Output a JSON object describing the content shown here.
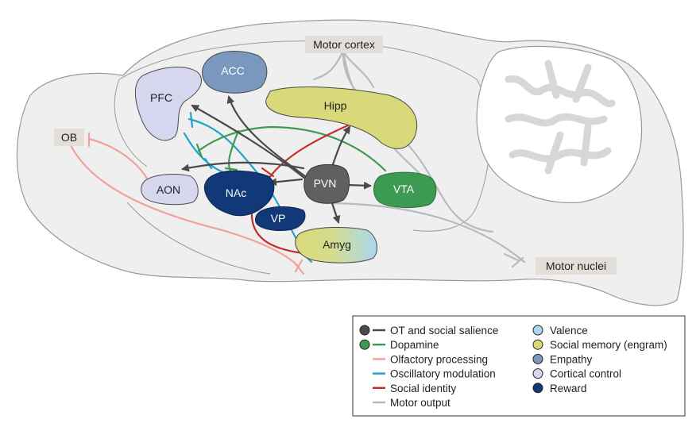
{
  "regions": {
    "pfc": "PFC",
    "acc": "ACC",
    "ob": "OB",
    "aon": "AON",
    "nac": "NAc",
    "vp": "VP",
    "hipp": "Hipp",
    "pvn": "PVN",
    "vta": "VTA",
    "amyg": "Amyg",
    "motor_cortex": "Motor cortex",
    "motor_nuclei": "Motor nuclei"
  },
  "legend": {
    "pathways": [
      {
        "label": "OT and social salience",
        "color": "#4a4a4a",
        "dot": true
      },
      {
        "label": "Dopamine",
        "color": "#3d9a52",
        "dot": true
      },
      {
        "label": "Olfactory processing",
        "color": "#f2a099",
        "dot": false
      },
      {
        "label": "Oscillatory modulation",
        "color": "#1fa3c9",
        "dot": false
      },
      {
        "label": "Social identity",
        "color": "#c42e2a",
        "dot": false
      },
      {
        "label": "Motor output",
        "color": "#b5bcc0",
        "dot": false
      }
    ],
    "functions": [
      {
        "label": "Valence",
        "color": "#a9d8ee"
      },
      {
        "label": "Social memory (engram)",
        "color": "#d9d97a"
      },
      {
        "label": "Empathy",
        "color": "#7a97bd"
      },
      {
        "label": "Cortical control",
        "color": "#d6d6ef"
      },
      {
        "label": "Reward",
        "color": "#12387a"
      }
    ]
  }
}
